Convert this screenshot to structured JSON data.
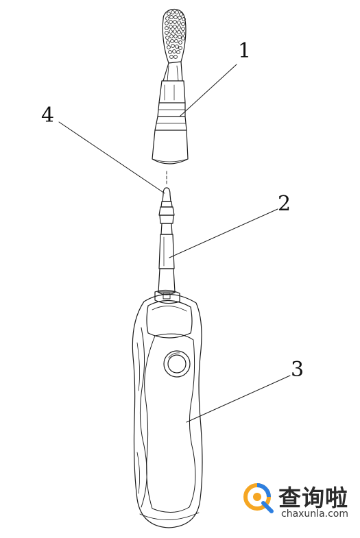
{
  "callouts": {
    "label_1": "1",
    "label_2": "2",
    "label_3": "3",
    "label_4": "4"
  },
  "watermark": {
    "title": "查询啦",
    "url": "chaxunla.com",
    "logo_icon": "magnifier-q-logo",
    "colors": {
      "orange": "#f5a623",
      "blue": "#2d7fe0",
      "text": "#2b2b2b"
    }
  }
}
